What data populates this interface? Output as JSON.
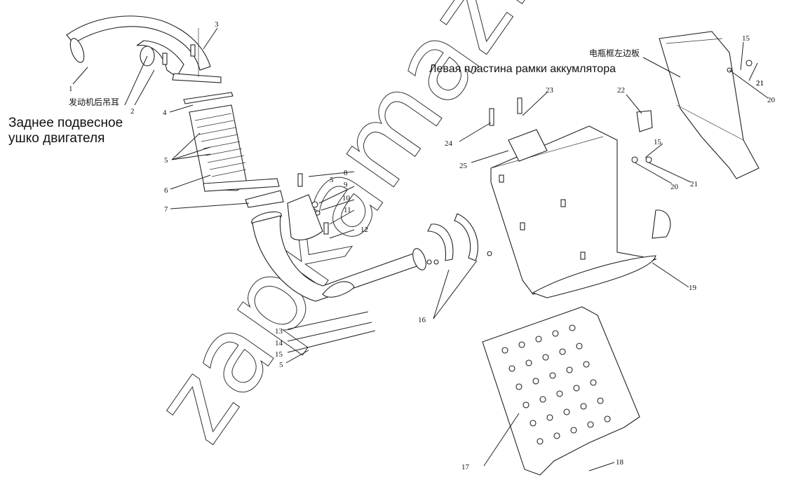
{
  "labels": {
    "engine_lug_ru": "Заднее подвесное ушко двигателя",
    "engine_lug_cn": "发动机后吊耳",
    "battery_plate_ru": "Левая пластина рамки аккумлятора",
    "battery_plate_cn": "电瓶框左边板"
  },
  "watermark": "zapkamaz.ru",
  "callouts": [
    "1",
    "2",
    "3",
    "4",
    "5",
    "5",
    "6",
    "7",
    "8",
    "9",
    "10",
    "11",
    "12",
    "13",
    "14",
    "15",
    "5",
    "16",
    "17",
    "18",
    "19",
    "20",
    "21",
    "22",
    "23",
    "24",
    "25",
    "15",
    "20",
    "21",
    "15",
    "21"
  ]
}
